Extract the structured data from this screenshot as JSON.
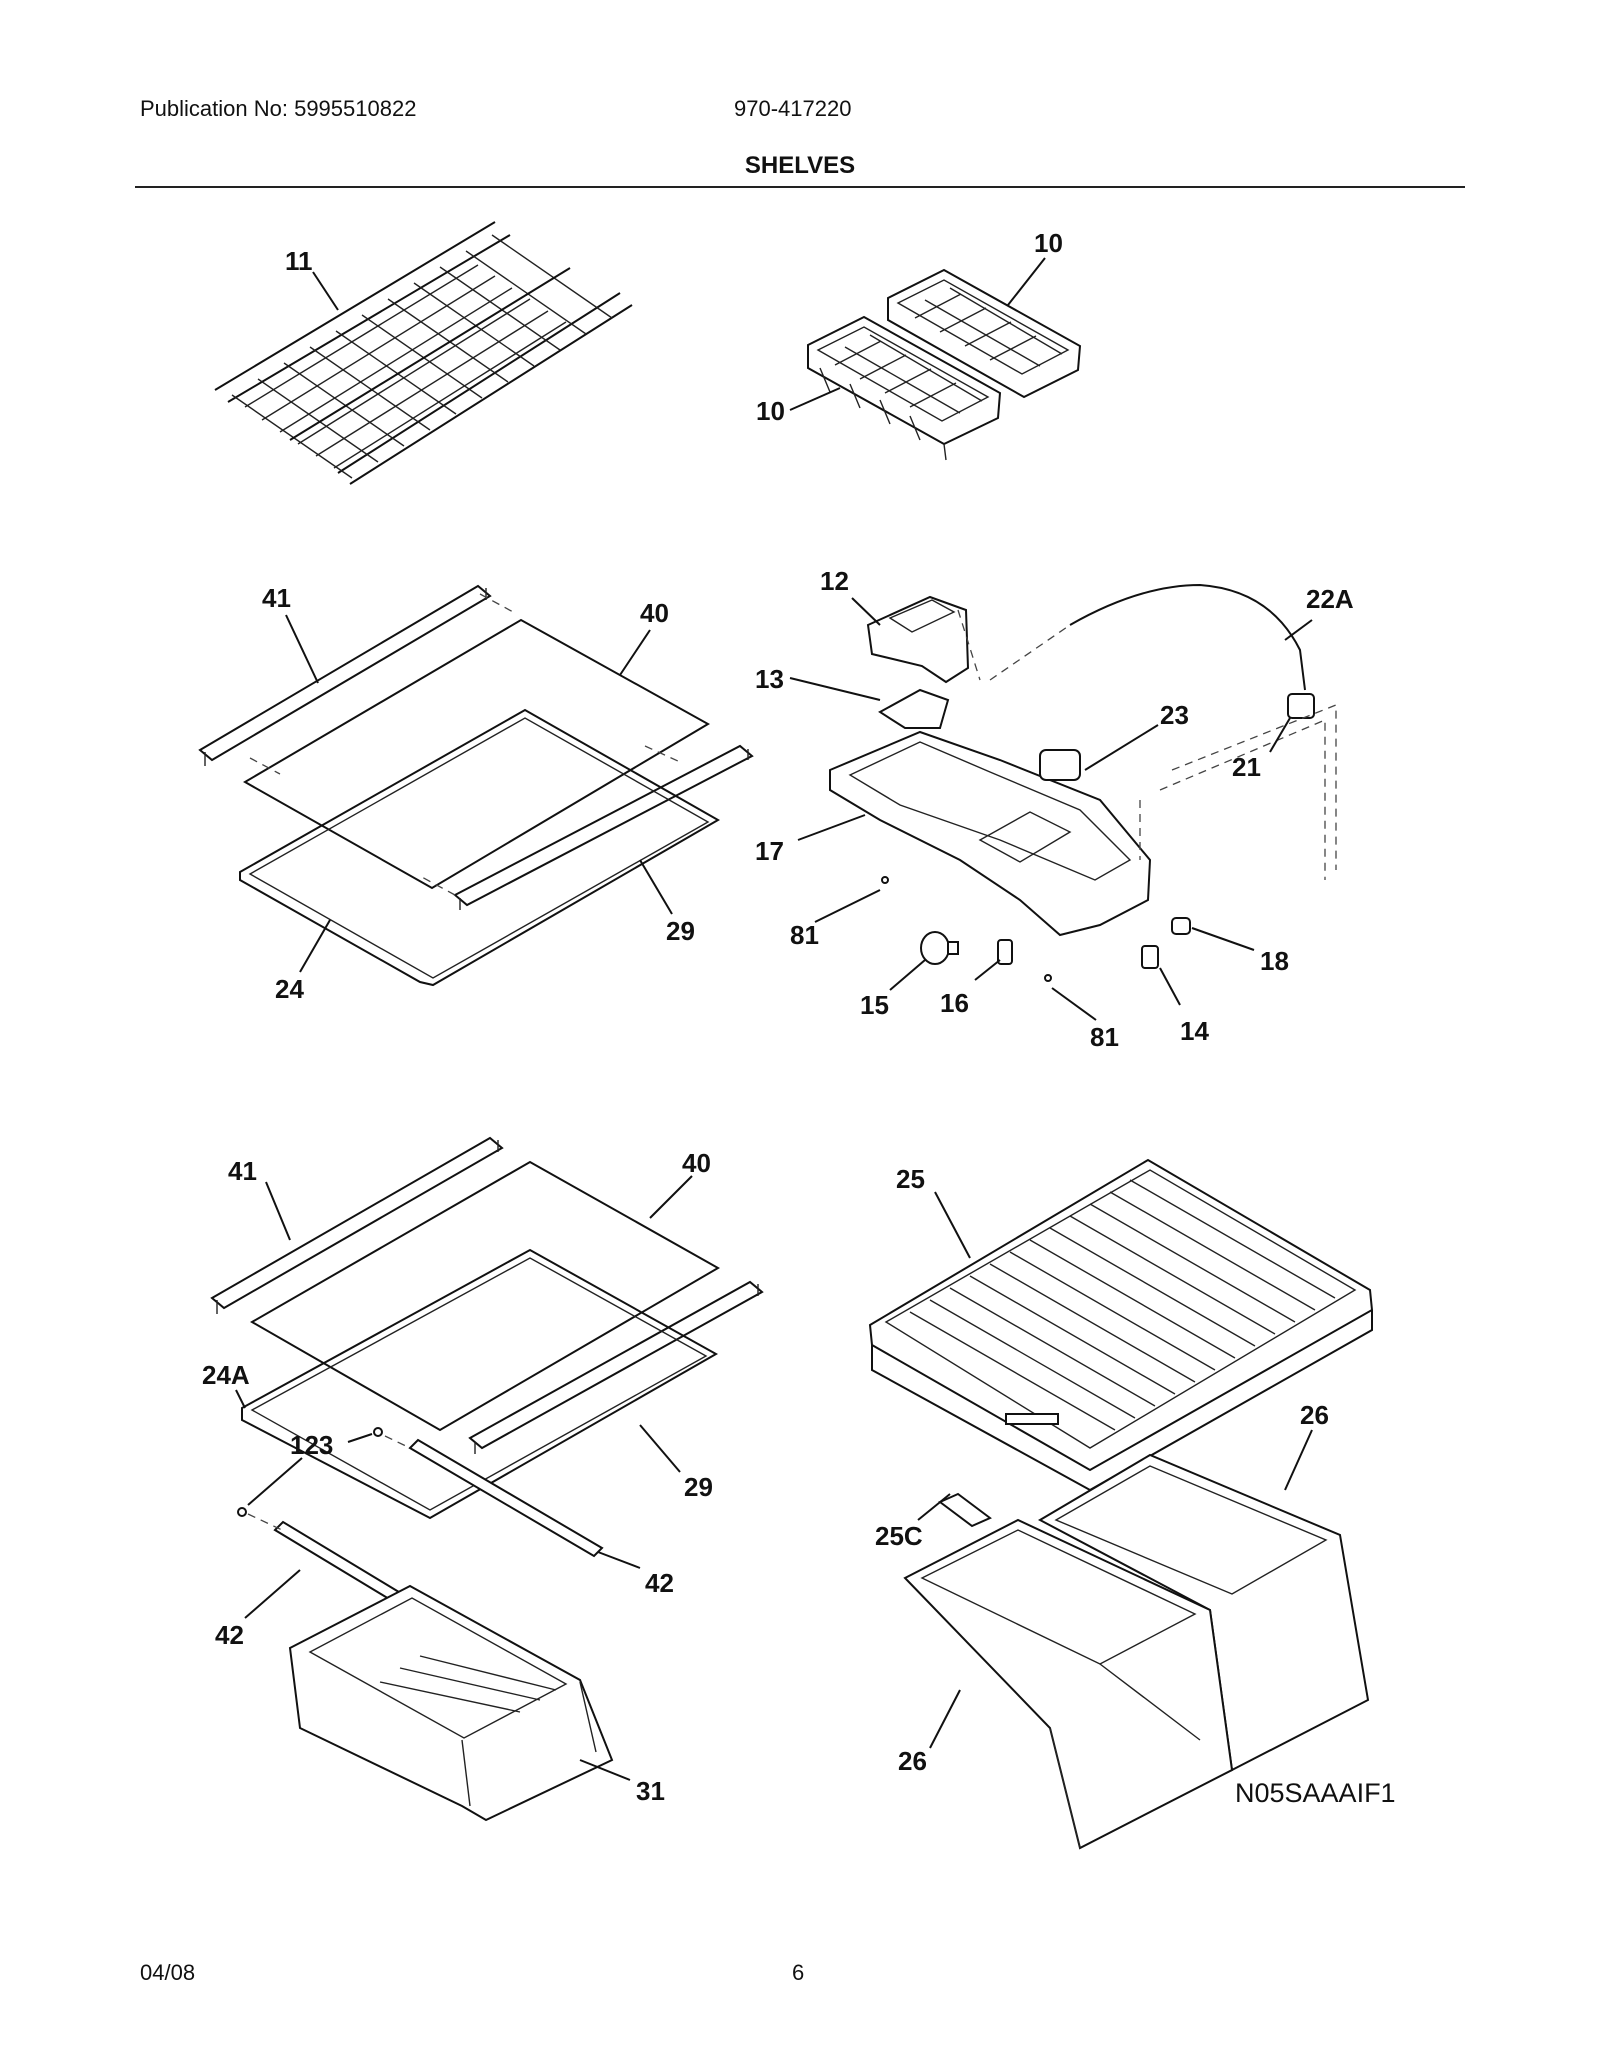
{
  "header": {
    "publication": "Publication No: 5995510822",
    "part_number": "970-417220",
    "title": "SHELVES"
  },
  "callouts": {
    "c11": "11",
    "c10a": "10",
    "c10b": "10",
    "c41a": "41",
    "c40a": "40",
    "c29a": "29",
    "c24": "24",
    "c12": "12",
    "c13": "13",
    "c17": "17",
    "c81a": "81",
    "c15": "15",
    "c16": "16",
    "c81b": "81",
    "c14": "14",
    "c18": "18",
    "c21": "21",
    "c23": "23",
    "c22a": "22A",
    "c41b": "41",
    "c40b": "40",
    "c24a": "24A",
    "c123": "123",
    "c29b": "29",
    "c42a": "42",
    "c42b": "42",
    "c31": "31",
    "c25": "25",
    "c26a": "26",
    "c25c": "25C",
    "c26b": "26"
  },
  "drawing_code": "N05SAAAIF1",
  "footer": {
    "date": "04/08",
    "page": "6"
  }
}
